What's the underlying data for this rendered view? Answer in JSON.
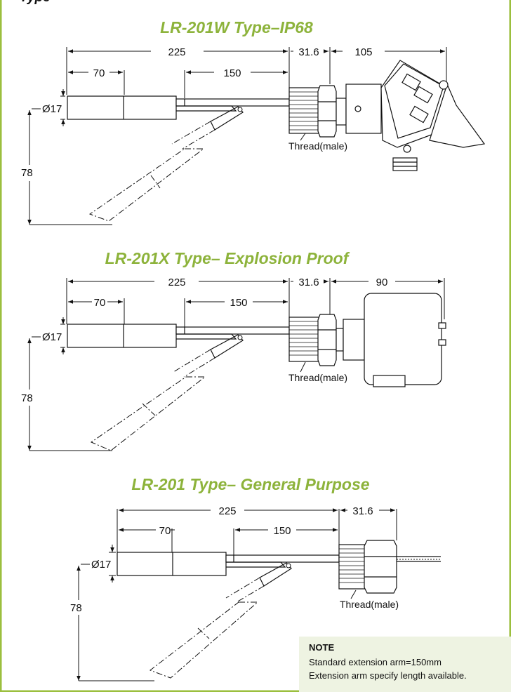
{
  "partial_heading": "Type",
  "sections": [
    {
      "title": "LR-201W Type–IP68",
      "dims": {
        "overall": "225",
        "segment": "70",
        "extension": "150",
        "thread_len": "31.6",
        "head": "105",
        "diameter": "Ø17",
        "drop": "78"
      },
      "thread_label": "Thread(male)"
    },
    {
      "title": "LR-201X Type– Explosion Proof",
      "dims": {
        "overall": "225",
        "segment": "70",
        "extension": "150",
        "thread_len": "31.6",
        "head": "90",
        "diameter": "Ø17",
        "drop": "78"
      },
      "thread_label": "Thread(male)"
    },
    {
      "title": "LR-201 Type– General Purpose",
      "dims": {
        "overall": "225",
        "segment": "70",
        "extension": "150",
        "thread_len": "31.6",
        "diameter": "Ø17",
        "drop": "78"
      },
      "thread_label": "Thread(male)"
    }
  ],
  "note": {
    "title": "NOTE",
    "lines": [
      "Standard extension arm=150mm",
      "Extension arm specify length available."
    ]
  },
  "colors": {
    "border": "#9bbf3e",
    "title": "#8db33b",
    "note_bg": "#eef3e2"
  }
}
